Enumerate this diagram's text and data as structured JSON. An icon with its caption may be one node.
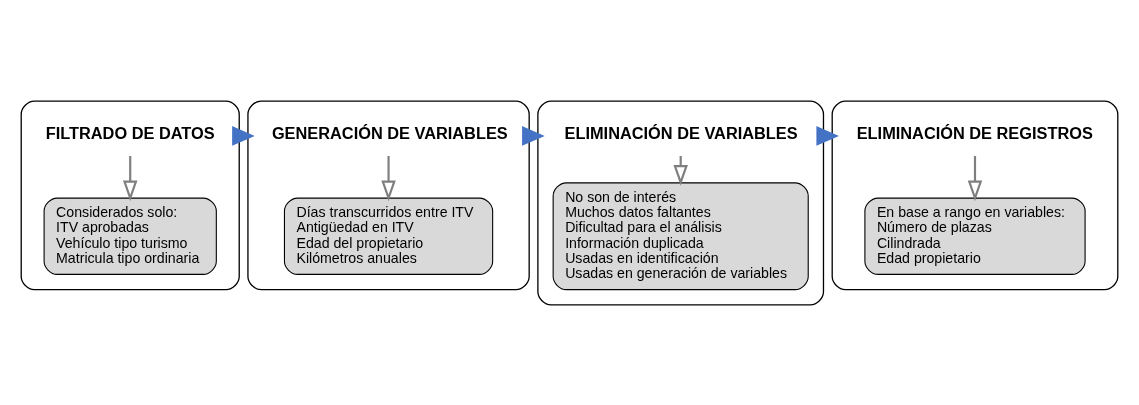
{
  "diagram": {
    "nodes": [
      {
        "text": [
          "FILTRADO DE DATOS"
        ]
      },
      {
        "text": [
          "Considerados solo:",
          "ITV aprobadas",
          "Vehículo tipo turismo",
          "Matricula tipo ordinaria"
        ],
        "in": 0
      },
      {
        "text": [
          "GENERACIÓN DE VARIABLES"
        ]
      },
      {
        "text": [
          "Días transcurridos entre ITV",
          "Antigüedad en ITV",
          "Edad del propietario",
          "Kilómetros anuales"
        ],
        "in": 2
      },
      {
        "text": [
          "ELIMINACIÓN DE VARIABLES"
        ]
      },
      {
        "text": [
          "No son de interés",
          "Muchos datos faltantes",
          "Dificultad para el análisis",
          "Información duplicada",
          "Usadas en identificación",
          "Usadas en generación de variables"
        ],
        "in": 4
      },
      {
        "text": [
          "ELIMINACIÓN DE REGISTROS"
        ]
      },
      {
        "text": [
          "En base a rango en variables:",
          "Número de plazas",
          "Cilindrada",
          "Edad propietario"
        ],
        "in": 6
      }
    ],
    "edges": [
      {
        "from": 0,
        "to": 2,
        "arrow": "to",
        "style": "thick",
        "color": "#4472c4"
      },
      {
        "from": 2,
        "to": 4,
        "arrow": "to",
        "style": "thick",
        "color": "#4472c4"
      },
      {
        "from": 4,
        "to": 6,
        "arrow": "to",
        "style": "thick",
        "color": "#4472c4"
      },
      {
        "from": 0,
        "to": 1,
        "arrow": "to"
      },
      {
        "from": 2,
        "to": 3,
        "arrow": "to"
      },
      {
        "from": 4,
        "to": 5,
        "arrow": "to"
      },
      {
        "from": 6,
        "to": 7,
        "arrow": "to"
      }
    ]
  }
}
